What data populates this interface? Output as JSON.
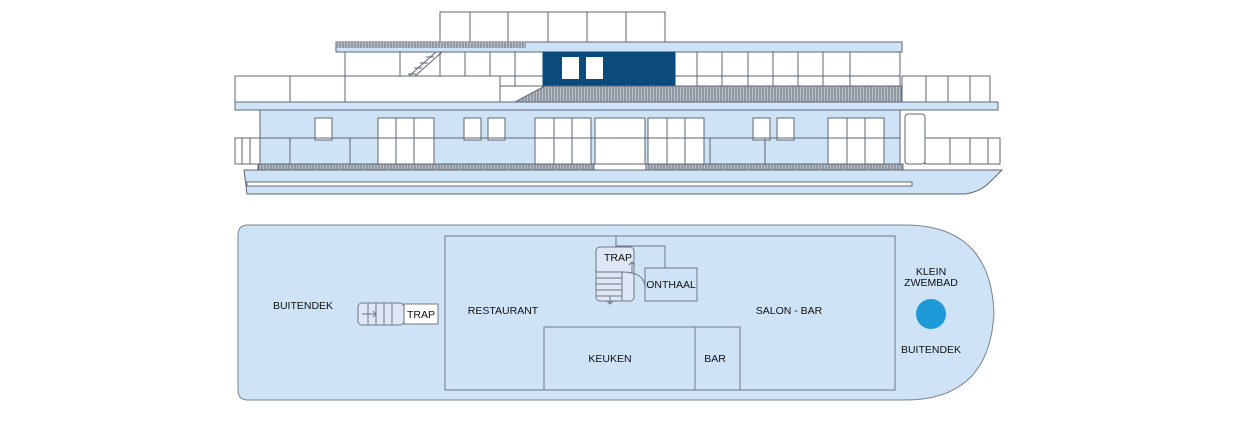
{
  "colors": {
    "hull": "#cfe3f7",
    "hull_stroke": "#7a8493",
    "line": "#5e6673",
    "dark_panel": "#0a4a7c",
    "deck_hatch": "#8d939b",
    "pool": "#1e9ad8"
  },
  "deckplan": {
    "labels": {
      "buitendek_left": "BUITENDEK",
      "trap_left": "TRAP",
      "restaurant": "RESTAURANT",
      "trap_center": "TRAP",
      "onthaal": "ONTHAAL",
      "salon_bar": "SALON - BAR",
      "keuken": "KEUKEN",
      "bar": "BAR",
      "klein_zwembad_line1": "KLEIN",
      "klein_zwembad_line2": "ZWEMBAD",
      "buitendek_right": "BUITENDEK"
    },
    "icons": {
      "pool": "pool-circle-icon",
      "stairs": "stairs-icon"
    }
  }
}
